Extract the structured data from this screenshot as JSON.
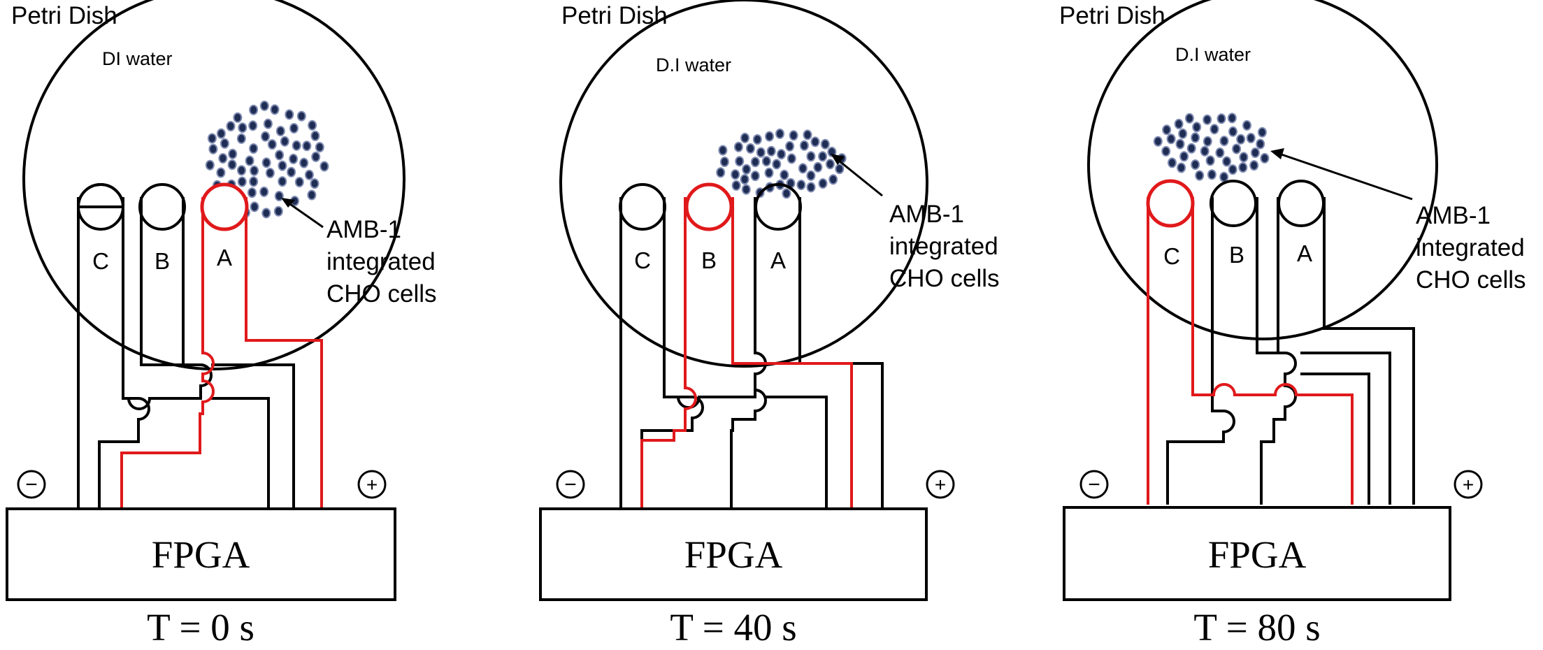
{
  "colors": {
    "stroke": "#000000",
    "active_electrode": "#e0191b",
    "cell_fill": "#1f2d55",
    "cell_ring": "#7f8bb0"
  },
  "panels": [
    {
      "dish_label": "Petri Dish",
      "water_label": "DI water",
      "cell_label": [
        "AMB-1",
        "integrated",
        "CHO cells"
      ],
      "electrodes": [
        "C",
        "B",
        "A"
      ],
      "active_electrode": "A",
      "device_label": "FPGA",
      "time_label": "T = 0 s",
      "minus_symbol": "−",
      "plus_symbol": "+"
    },
    {
      "dish_label": "Petri Dish",
      "water_label": "D.I water",
      "cell_label": [
        "AMB-1",
        "integrated",
        "CHO cells"
      ],
      "electrodes": [
        "C",
        "B",
        "A"
      ],
      "active_electrode": "B",
      "device_label": "FPGA",
      "time_label": "T = 40 s",
      "minus_symbol": "−",
      "plus_symbol": "+"
    },
    {
      "dish_label": "Petri Dish",
      "water_label": "D.I water",
      "cell_label": [
        "AMB-1",
        "integrated",
        "CHO cells"
      ],
      "electrodes": [
        "C",
        "B",
        "A"
      ],
      "active_electrode": "C",
      "device_label": "FPGA",
      "time_label": "T = 80 s",
      "minus_symbol": "−",
      "plus_symbol": "+"
    }
  ]
}
